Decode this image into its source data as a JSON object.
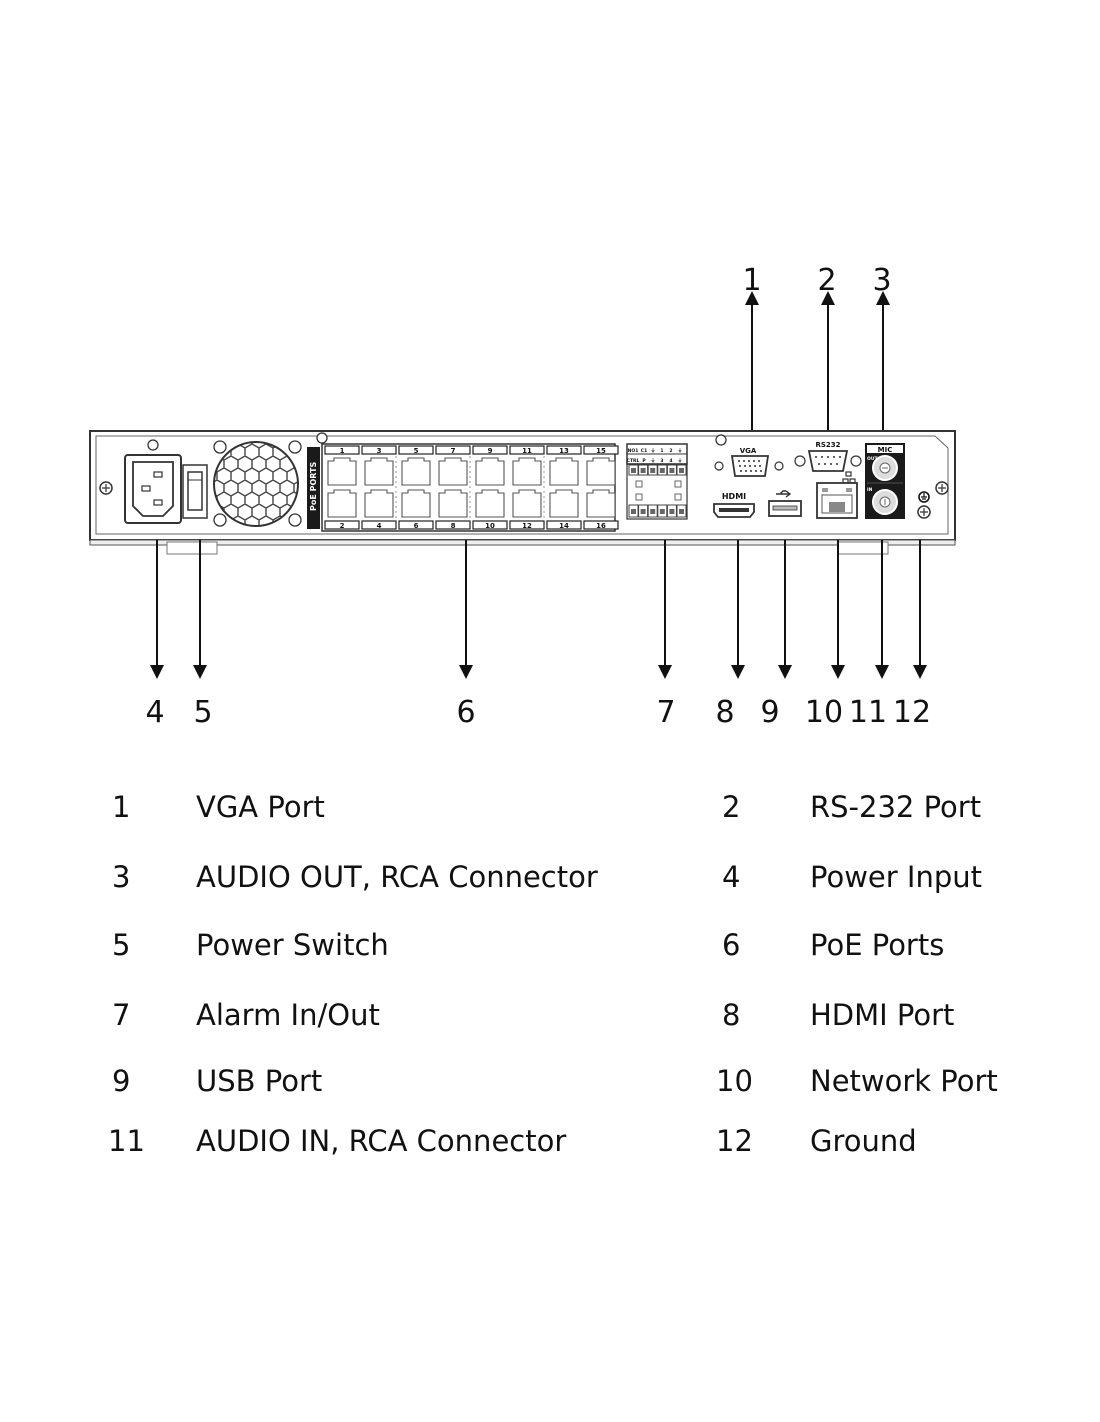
{
  "diagram": {
    "title": "NVR rear panel",
    "callouts_top": [
      "1",
      "2",
      "3"
    ],
    "callouts_bottom": [
      "4",
      "5",
      "6",
      "7",
      "8",
      "9",
      "10",
      "11",
      "12"
    ],
    "panel_labels": {
      "poe_ports": "PoE PORTS",
      "poe_top_numbers": [
        "1",
        "3",
        "5",
        "7",
        "9",
        "11",
        "13",
        "15"
      ],
      "poe_bottom_numbers": [
        "2",
        "4",
        "6",
        "8",
        "10",
        "12",
        "14",
        "16"
      ],
      "alarm_row1": [
        "NO1",
        "C1",
        "⏚",
        "1",
        "2",
        "⏚"
      ],
      "alarm_row2": [
        "CTRL",
        "P",
        "⏚",
        "3",
        "4",
        "⏚"
      ],
      "vga": "VGA",
      "rs232": "RS232",
      "hdmi": "HDMI",
      "mic": "MIC",
      "mic_out": "OUT",
      "mic_in": "IN"
    }
  },
  "legend": [
    {
      "num": "1",
      "label": "VGA Port"
    },
    {
      "num": "2",
      "label": "RS-232 Port"
    },
    {
      "num": "3",
      "label": "AUDIO OUT, RCA Connector"
    },
    {
      "num": "4",
      "label": "Power Input"
    },
    {
      "num": "5",
      "label": "Power Switch"
    },
    {
      "num": "6",
      "label": "PoE Ports"
    },
    {
      "num": "7",
      "label": "Alarm In/Out"
    },
    {
      "num": "8",
      "label": "HDMI Port"
    },
    {
      "num": "9",
      "label": "USB Port"
    },
    {
      "num": "10",
      "label": "Network Port"
    },
    {
      "num": "11",
      "label": "AUDIO IN, RCA Connector"
    },
    {
      "num": "12",
      "label": "Ground"
    }
  ]
}
